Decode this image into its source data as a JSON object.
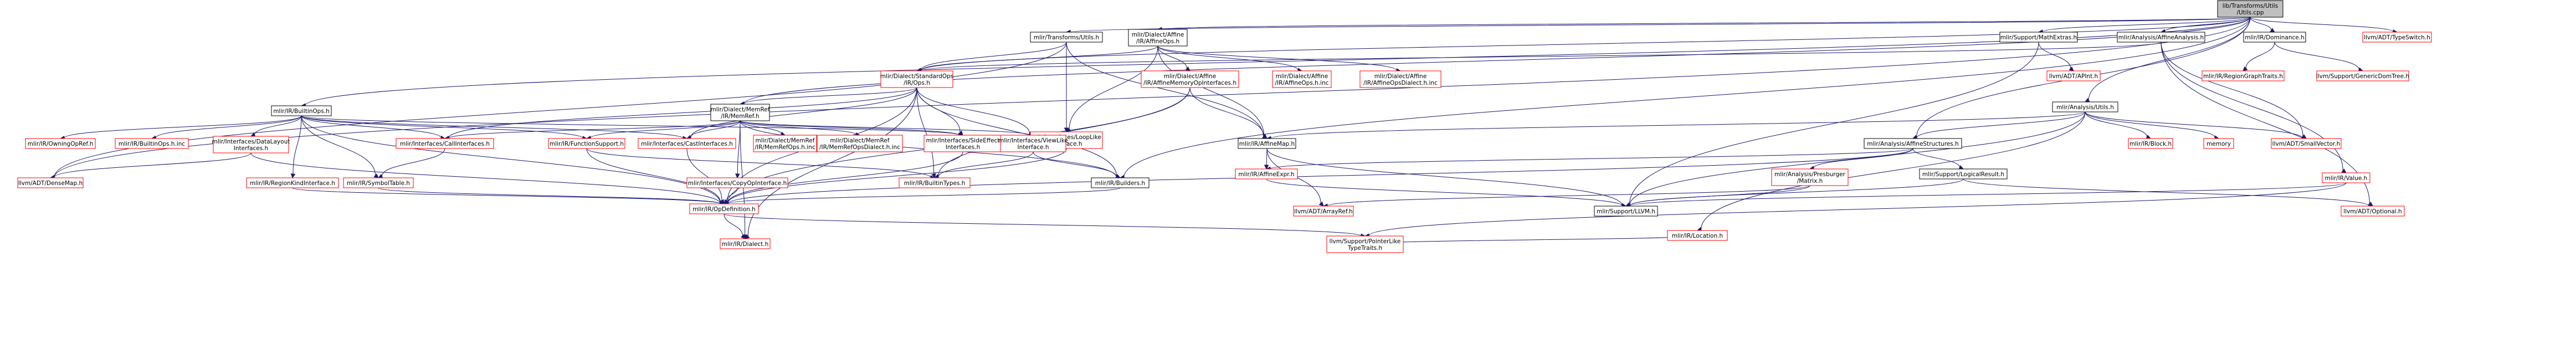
{
  "colors": {
    "root_fill": "#bfbfbf",
    "root_border": "#000000",
    "node_fill": "#ffffff",
    "node_border": "#000000",
    "missing_border": "#ff0000",
    "edge": "#191970",
    "text": "#000000"
  },
  "nodes": [
    {
      "id": "root",
      "lines": [
        "lib/Transforms/Utils",
        "/Utils.cpp"
      ],
      "kind": "root"
    },
    {
      "id": "transforms_utils",
      "lines": [
        "mlir/Transforms/Utils.h"
      ],
      "kind": "normal"
    },
    {
      "id": "affine_ops",
      "lines": [
        "mlir/Dialect/Affine",
        "/IR/AffineOps.h"
      ],
      "kind": "normal"
    },
    {
      "id": "math_extras",
      "lines": [
        "mlir/Support/MathExtras.h"
      ],
      "kind": "normal"
    },
    {
      "id": "affine_analysis",
      "lines": [
        "mlir/Analysis/AffineAnalysis.h"
      ],
      "kind": "normal"
    },
    {
      "id": "dominance",
      "lines": [
        "mlir/IR/Dominance.h"
      ],
      "kind": "normal"
    },
    {
      "id": "type_switch",
      "lines": [
        "llvm/ADT/TypeSwitch.h"
      ],
      "kind": "missing"
    },
    {
      "id": "standard_ops",
      "lines": [
        "mlir/Dialect/StandardOps",
        "/IR/Ops.h"
      ],
      "kind": "missing"
    },
    {
      "id": "affine_mem_op_ifaces",
      "lines": [
        "mlir/Dialect/Affine",
        "/IR/AffineMemoryOpInterfaces.h"
      ],
      "kind": "missing"
    },
    {
      "id": "affine_ops_h_inc",
      "lines": [
        "mlir/Dialect/Affine",
        "/IR/AffineOps.h.inc"
      ],
      "kind": "missing"
    },
    {
      "id": "affine_ops_dialect_inc",
      "lines": [
        "mlir/Dialect/Affine",
        "/IR/AffineOpsDialect.h.inc"
      ],
      "kind": "missing"
    },
    {
      "id": "analysis_utils",
      "lines": [
        "mlir/Analysis/Utils.h"
      ],
      "kind": "normal"
    },
    {
      "id": "apint",
      "lines": [
        "llvm/ADT/APInt.h"
      ],
      "kind": "missing"
    },
    {
      "id": "region_graph_traits",
      "lines": [
        "mlir/IR/RegionGraphTraits.h"
      ],
      "kind": "missing"
    },
    {
      "id": "generic_dom_tree",
      "lines": [
        "llvm/Support/GenericDomTree.h"
      ],
      "kind": "missing"
    },
    {
      "id": "builtin_ops",
      "lines": [
        "mlir/IR/BuiltinOps.h"
      ],
      "kind": "normal"
    },
    {
      "id": "memref",
      "lines": [
        "mlir/Dialect/MemRef",
        "/IR/MemRef.h"
      ],
      "kind": "normal"
    },
    {
      "id": "loop_like_iface",
      "lines": [
        "mlir/Interfaces/LoopLike",
        "Interface.h"
      ],
      "kind": "missing"
    },
    {
      "id": "affine_map",
      "lines": [
        "mlir/IR/AffineMap.h"
      ],
      "kind": "normal"
    },
    {
      "id": "block",
      "lines": [
        "mlir/IR/Block.h"
      ],
      "kind": "missing"
    },
    {
      "id": "memory",
      "lines": [
        "memory"
      ],
      "kind": "missing"
    },
    {
      "id": "small_vector",
      "lines": [
        "llvm/ADT/SmallVector.h"
      ],
      "kind": "missing"
    },
    {
      "id": "affine_structures",
      "lines": [
        "mlir/Analysis/AffineStructures.h"
      ],
      "kind": "normal"
    },
    {
      "id": "owning_op_ref",
      "lines": [
        "mlir/IR/OwningOpRef.h"
      ],
      "kind": "missing"
    },
    {
      "id": "builtin_ops_inc",
      "lines": [
        "mlir/IR/BuiltinOps.h.inc"
      ],
      "kind": "missing"
    },
    {
      "id": "data_layout_ifaces",
      "lines": [
        "mlir/Interfaces/DataLayout",
        "Interfaces.h"
      ],
      "kind": "missing"
    },
    {
      "id": "call_ifaces",
      "lines": [
        "mlir/Interfaces/CallInterfaces.h"
      ],
      "kind": "missing"
    },
    {
      "id": "function_support",
      "lines": [
        "mlir/IR/FunctionSupport.h"
      ],
      "kind": "missing"
    },
    {
      "id": "cast_ifaces",
      "lines": [
        "mlir/Interfaces/CastInterfaces.h"
      ],
      "kind": "missing"
    },
    {
      "id": "memref_ops_inc",
      "lines": [
        "mlir/Dialect/MemRef",
        "/IR/MemRefOps.h.inc"
      ],
      "kind": "missing"
    },
    {
      "id": "memref_dialect_inc",
      "lines": [
        "mlir/Dialect/MemRef",
        "/IR/MemRefOpsDialect.h.inc"
      ],
      "kind": "missing"
    },
    {
      "id": "side_effect_ifaces",
      "lines": [
        "mlir/Interfaces/SideEffect",
        "Interfaces.h"
      ],
      "kind": "missing"
    },
    {
      "id": "view_like_iface",
      "lines": [
        "mlir/Interfaces/ViewLike",
        "Interface.h"
      ],
      "kind": "missing"
    },
    {
      "id": "affine_expr",
      "lines": [
        "mlir/IR/AffineExpr.h"
      ],
      "kind": "missing"
    },
    {
      "id": "presburger_matrix",
      "lines": [
        "mlir/Analysis/Presburger",
        "/Matrix.h"
      ],
      "kind": "missing"
    },
    {
      "id": "logical_result",
      "lines": [
        "mlir/Support/LogicalResult.h"
      ],
      "kind": "normal"
    },
    {
      "id": "ir_value",
      "lines": [
        "mlir/IR/Value.h"
      ],
      "kind": "missing"
    },
    {
      "id": "dense_map",
      "lines": [
        "llvm/ADT/DenseMap.h"
      ],
      "kind": "missing"
    },
    {
      "id": "region_kind_iface",
      "lines": [
        "mlir/IR/RegionKindInterface.h"
      ],
      "kind": "missing"
    },
    {
      "id": "symbol_table",
      "lines": [
        "mlir/IR/SymbolTable.h"
      ],
      "kind": "missing"
    },
    {
      "id": "copy_op_iface",
      "lines": [
        "mlir/Interfaces/CopyOpInterface.h"
      ],
      "kind": "missing"
    },
    {
      "id": "builtin_types",
      "lines": [
        "mlir/IR/BuiltinTypes.h"
      ],
      "kind": "missing"
    },
    {
      "id": "ir_builders",
      "lines": [
        "mlir/IR/Builders.h"
      ],
      "kind": "normal"
    },
    {
      "id": "array_ref",
      "lines": [
        "llvm/ADT/ArrayRef.h"
      ],
      "kind": "missing"
    },
    {
      "id": "support_llvm",
      "lines": [
        "mlir/Support/LLVM.h"
      ],
      "kind": "normal"
    },
    {
      "id": "optional",
      "lines": [
        "llvm/ADT/Optional.h"
      ],
      "kind": "missing"
    },
    {
      "id": "op_definition",
      "lines": [
        "mlir/IR/OpDefinition.h"
      ],
      "kind": "missing"
    },
    {
      "id": "location",
      "lines": [
        "mlir/IR/Location.h"
      ],
      "kind": "missing"
    },
    {
      "id": "dialect",
      "lines": [
        "mlir/IR/Dialect.h"
      ],
      "kind": "missing"
    },
    {
      "id": "pointer_like_traits",
      "lines": [
        "llvm/Support/PointerLike",
        "TypeTraits.h"
      ],
      "kind": "missing"
    }
  ],
  "edges": [
    [
      "root",
      "transforms_utils"
    ],
    [
      "root",
      "affine_ops"
    ],
    [
      "root",
      "math_extras"
    ],
    [
      "root",
      "affine_analysis"
    ],
    [
      "root",
      "dominance"
    ],
    [
      "root",
      "type_switch"
    ],
    [
      "root",
      "standard_ops"
    ],
    [
      "root",
      "memref"
    ],
    [
      "root",
      "analysis_utils"
    ],
    [
      "root",
      "affine_structures"
    ],
    [
      "root",
      "ir_builders"
    ],
    [
      "root",
      "builtin_ops"
    ],
    [
      "root",
      "dense_map"
    ],
    [
      "transforms_utils",
      "standard_ops"
    ],
    [
      "transforms_utils",
      "affine_map"
    ],
    [
      "transforms_utils",
      "dense_map"
    ],
    [
      "transforms_utils",
      "loop_like_iface"
    ],
    [
      "affine_ops",
      "standard_ops"
    ],
    [
      "affine_ops",
      "affine_mem_op_ifaces"
    ],
    [
      "affine_ops",
      "affine_ops_h_inc"
    ],
    [
      "affine_ops",
      "affine_ops_dialect_inc"
    ],
    [
      "affine_ops",
      "affine_map"
    ],
    [
      "affine_ops",
      "loop_like_iface"
    ],
    [
      "math_extras",
      "apint"
    ],
    [
      "math_extras",
      "support_llvm"
    ],
    [
      "affine_analysis",
      "standard_ops"
    ],
    [
      "affine_analysis",
      "small_vector"
    ],
    [
      "affine_analysis",
      "ir_value"
    ],
    [
      "affine_analysis",
      "optional"
    ],
    [
      "dominance",
      "region_graph_traits"
    ],
    [
      "dominance",
      "generic_dom_tree"
    ],
    [
      "standard_ops",
      "memref"
    ],
    [
      "standard_ops",
      "builtin_types"
    ],
    [
      "standard_ops",
      "call_ifaces"
    ],
    [
      "standard_ops",
      "cast_ifaces"
    ],
    [
      "standard_ops",
      "side_effect_ifaces"
    ],
    [
      "standard_ops",
      "view_like_iface"
    ],
    [
      "standard_ops",
      "ir_builders"
    ],
    [
      "standard_ops",
      "dialect"
    ],
    [
      "standard_ops",
      "op_definition"
    ],
    [
      "affine_mem_op_ifaces",
      "affine_map"
    ],
    [
      "affine_mem_op_ifaces",
      "builtin_types"
    ],
    [
      "affine_mem_op_ifaces",
      "op_definition"
    ],
    [
      "analysis_utils",
      "affine_structures"
    ],
    [
      "analysis_utils",
      "affine_map"
    ],
    [
      "analysis_utils",
      "block"
    ],
    [
      "analysis_utils",
      "memory"
    ],
    [
      "analysis_utils",
      "small_vector"
    ],
    [
      "analysis_utils",
      "location"
    ],
    [
      "analysis_utils",
      "support_llvm"
    ],
    [
      "builtin_ops",
      "owning_op_ref"
    ],
    [
      "builtin_ops",
      "builtin_ops_inc"
    ],
    [
      "builtin_ops",
      "data_layout_ifaces"
    ],
    [
      "builtin_ops",
      "call_ifaces"
    ],
    [
      "builtin_ops",
      "function_support"
    ],
    [
      "builtin_ops",
      "cast_ifaces"
    ],
    [
      "builtin_ops",
      "region_kind_iface"
    ],
    [
      "builtin_ops",
      "symbol_table"
    ],
    [
      "builtin_ops",
      "side_effect_ifaces"
    ],
    [
      "builtin_ops",
      "op_definition"
    ],
    [
      "memref",
      "call_ifaces"
    ],
    [
      "memref",
      "cast_ifaces"
    ],
    [
      "memref",
      "memref_ops_inc"
    ],
    [
      "memref",
      "memref_dialect_inc"
    ],
    [
      "memref",
      "side_effect_ifaces"
    ],
    [
      "memref",
      "view_like_iface"
    ],
    [
      "memref",
      "copy_op_iface"
    ],
    [
      "memref",
      "ir_builders"
    ],
    [
      "memref",
      "dialect"
    ],
    [
      "memref",
      "function_support"
    ],
    [
      "loop_like_iface",
      "op_definition"
    ],
    [
      "affine_map",
      "affine_expr"
    ],
    [
      "affine_map",
      "array_ref"
    ],
    [
      "affine_map",
      "support_llvm"
    ],
    [
      "affine_structures",
      "affine_expr"
    ],
    [
      "affine_structures",
      "presburger_matrix"
    ],
    [
      "affine_structures",
      "logical_result"
    ],
    [
      "affine_structures",
      "op_definition"
    ],
    [
      "affine_expr",
      "support_llvm"
    ],
    [
      "presburger_matrix",
      "array_ref"
    ],
    [
      "presburger_matrix",
      "support_llvm"
    ],
    [
      "logical_result",
      "support_llvm"
    ],
    [
      "logical_result",
      "optional"
    ],
    [
      "ir_value",
      "support_llvm"
    ],
    [
      "ir_value",
      "pointer_like_traits"
    ],
    [
      "data_layout_ifaces",
      "dense_map"
    ],
    [
      "data_layout_ifaces",
      "op_definition"
    ],
    [
      "call_ifaces",
      "symbol_table"
    ],
    [
      "function_support",
      "op_definition"
    ],
    [
      "function_support",
      "builtin_types"
    ],
    [
      "cast_ifaces",
      "op_definition"
    ],
    [
      "side_effect_ifaces",
      "op_definition"
    ],
    [
      "view_like_iface",
      "builtin_types"
    ],
    [
      "view_like_iface",
      "ir_builders"
    ],
    [
      "region_kind_iface",
      "op_definition"
    ],
    [
      "symbol_table",
      "op_definition"
    ],
    [
      "copy_op_iface",
      "op_definition"
    ],
    [
      "ir_builders",
      "op_definition"
    ],
    [
      "op_definition",
      "dialect"
    ],
    [
      "op_definition",
      "pointer_like_traits"
    ],
    [
      "location",
      "pointer_like_traits"
    ]
  ]
}
